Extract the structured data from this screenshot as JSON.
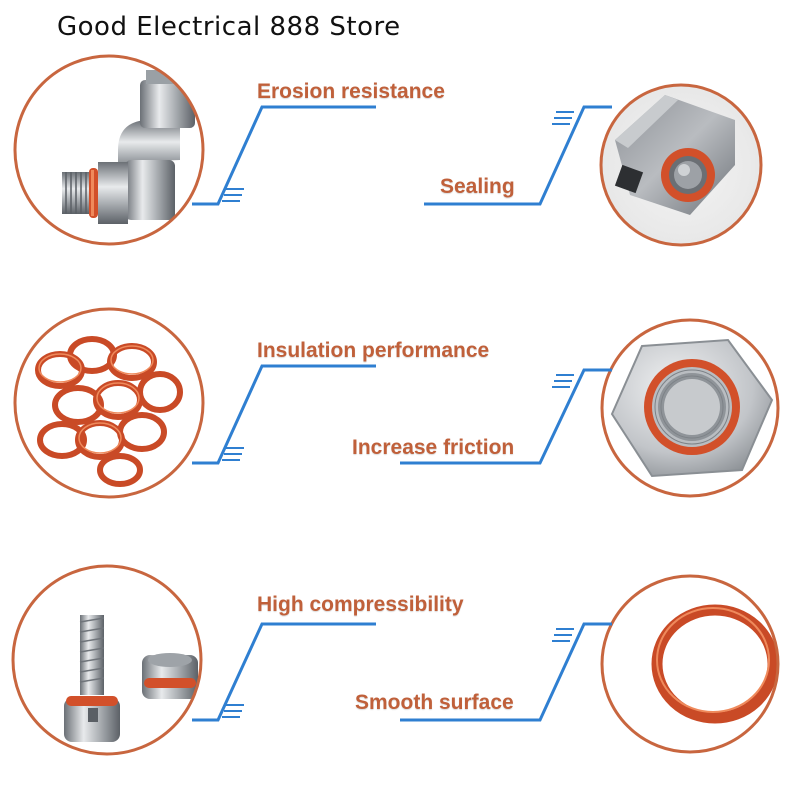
{
  "store": {
    "title": "Good Electrical 888 Store"
  },
  "colors": {
    "ring": "#c8663f",
    "label": "#c0603a",
    "line": "#2f7fd1",
    "oring": "#d2502a",
    "oring_dark": "#9e3416",
    "metal_light": "#e6e8ea",
    "metal_mid": "#a7abb0",
    "metal_dark": "#5e6369"
  },
  "features": [
    {
      "label": "Erosion resistance",
      "image": "elbow-fitting-with-oring"
    },
    {
      "label": "Sealing",
      "image": "metal-sleeve-with-oring"
    },
    {
      "label": "Insulation performance",
      "image": "pile-of-orings"
    },
    {
      "label": "Increase friction",
      "image": "hex-nut-with-oring"
    },
    {
      "label": "High compressibility",
      "image": "screws-with-orings"
    },
    {
      "label": "Smooth surface",
      "image": "single-oring-closeup"
    }
  ]
}
